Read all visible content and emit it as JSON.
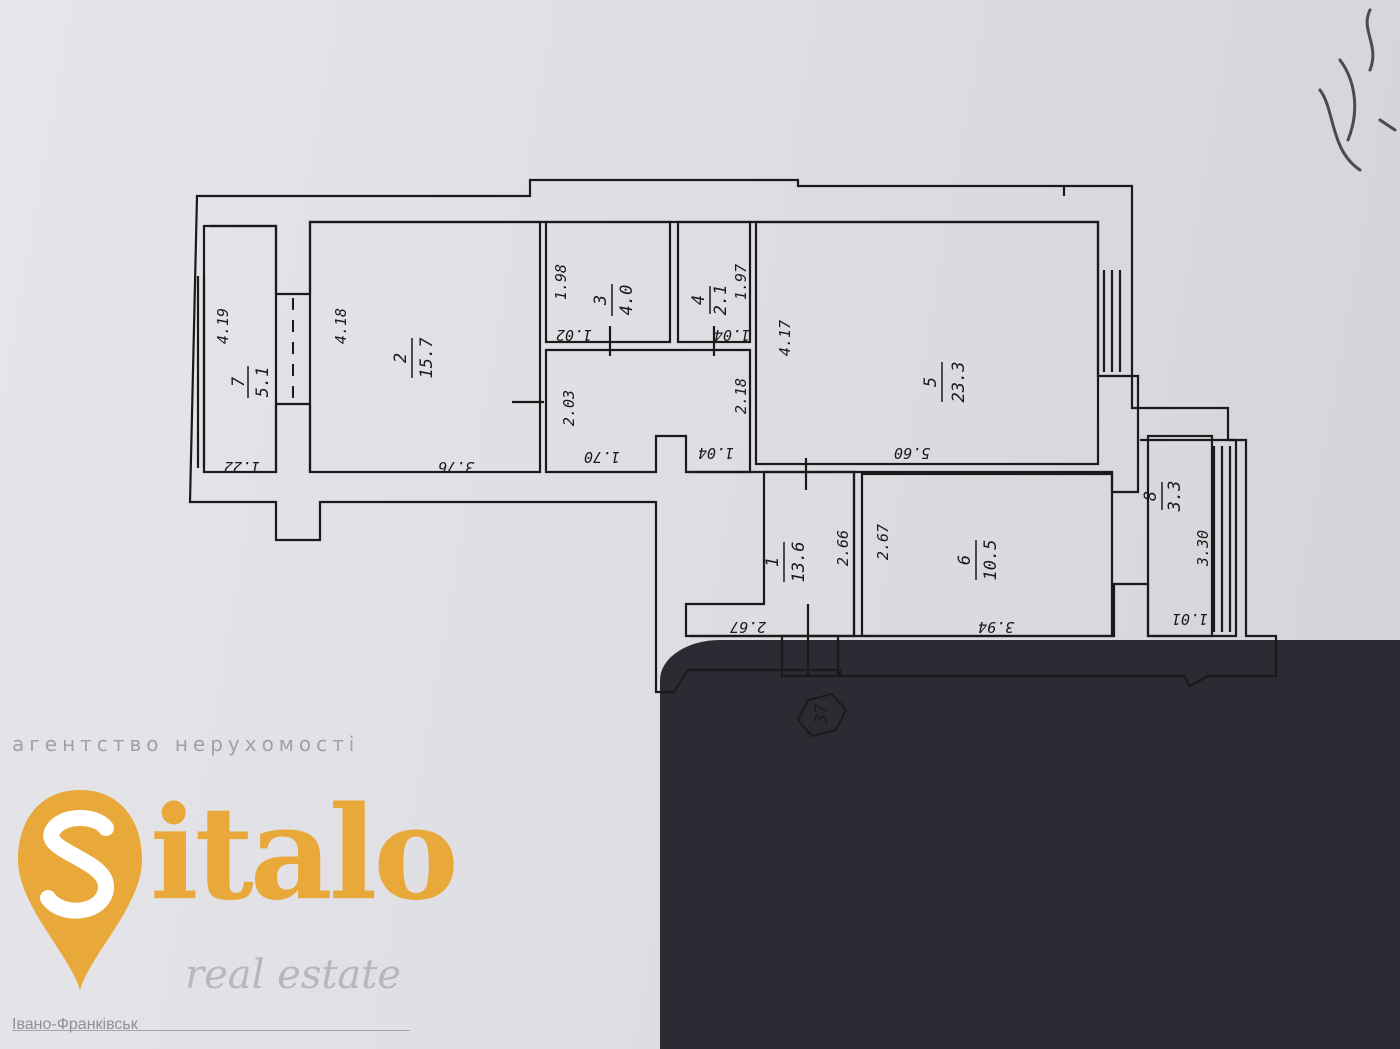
{
  "watermark": {
    "tagline": "агентство нерухомості",
    "brand_rest": "italo",
    "brand_subtitle": "real estate",
    "city": "Івано-Франківськ",
    "accent_color": "#e8a93a"
  },
  "plan": {
    "apartment_tag": "37",
    "rooms": [
      {
        "id": "1",
        "area": "13.6"
      },
      {
        "id": "2",
        "area": "15.7"
      },
      {
        "id": "3",
        "area": "4.0"
      },
      {
        "id": "4",
        "area": "2.1"
      },
      {
        "id": "5",
        "area": "23.3"
      },
      {
        "id": "6",
        "area": "10.5"
      },
      {
        "id": "7",
        "area": "5.1"
      },
      {
        "id": "8",
        "area": "3.3"
      }
    ],
    "dimensions": {
      "d_419": "4.19",
      "d_122": "1.22",
      "d_418": "4.18",
      "d_376": "3.76",
      "d_198": "1.98",
      "d_102": "1.02",
      "d_197": "1.97",
      "d_104a": "1.04",
      "d_417": "4.17",
      "d_203": "2.03",
      "d_170": "1.70",
      "d_218": "2.18",
      "d_104b": "1.04",
      "d_560": "5.60",
      "d_266": "2.66",
      "d_267": "2.67",
      "d_267b": "2.67",
      "d_394": "3.94",
      "d_330": "3.30",
      "d_101": "1.01"
    }
  }
}
